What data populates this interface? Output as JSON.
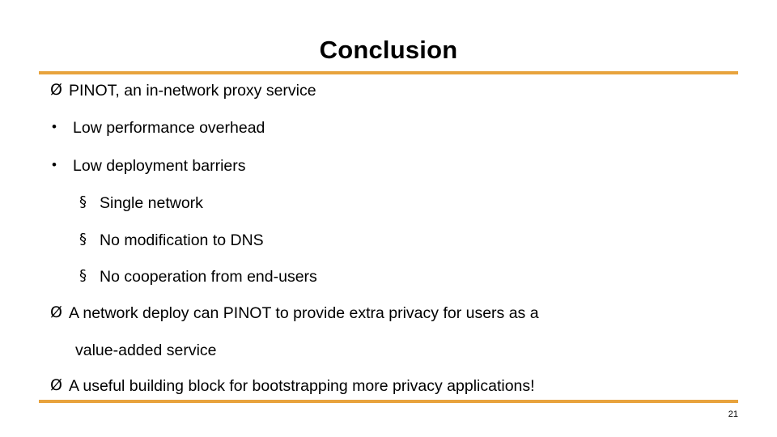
{
  "slide": {
    "title": "Conclusion",
    "page_number": "21",
    "accent_color": "#e8a33d",
    "bullets": {
      "arrow": "Ø",
      "round": "•",
      "square": "§"
    },
    "lines": [
      {
        "level": 1,
        "bullet": "Ø",
        "text": "PINOT, an in-network proxy service"
      },
      {
        "level": 2,
        "bullet": "•",
        "text": "Low performance overhead"
      },
      {
        "level": 2,
        "bullet": "•",
        "text": "Low deployment barriers"
      },
      {
        "level": 3,
        "bullet": "§",
        "text": "Single network"
      },
      {
        "level": 3,
        "bullet": "§",
        "text": "No modification to DNS"
      },
      {
        "level": 3,
        "bullet": "§",
        "text": "No cooperation from end-users"
      },
      {
        "level": 1,
        "bullet": "Ø",
        "text": "A network deploy can PINOT to provide extra privacy for users as a"
      },
      {
        "level": 0,
        "bullet": "",
        "text": "value-added service"
      },
      {
        "level": 1,
        "bullet": "Ø",
        "text": "A useful building block for bootstrapping more privacy applications!"
      }
    ]
  }
}
